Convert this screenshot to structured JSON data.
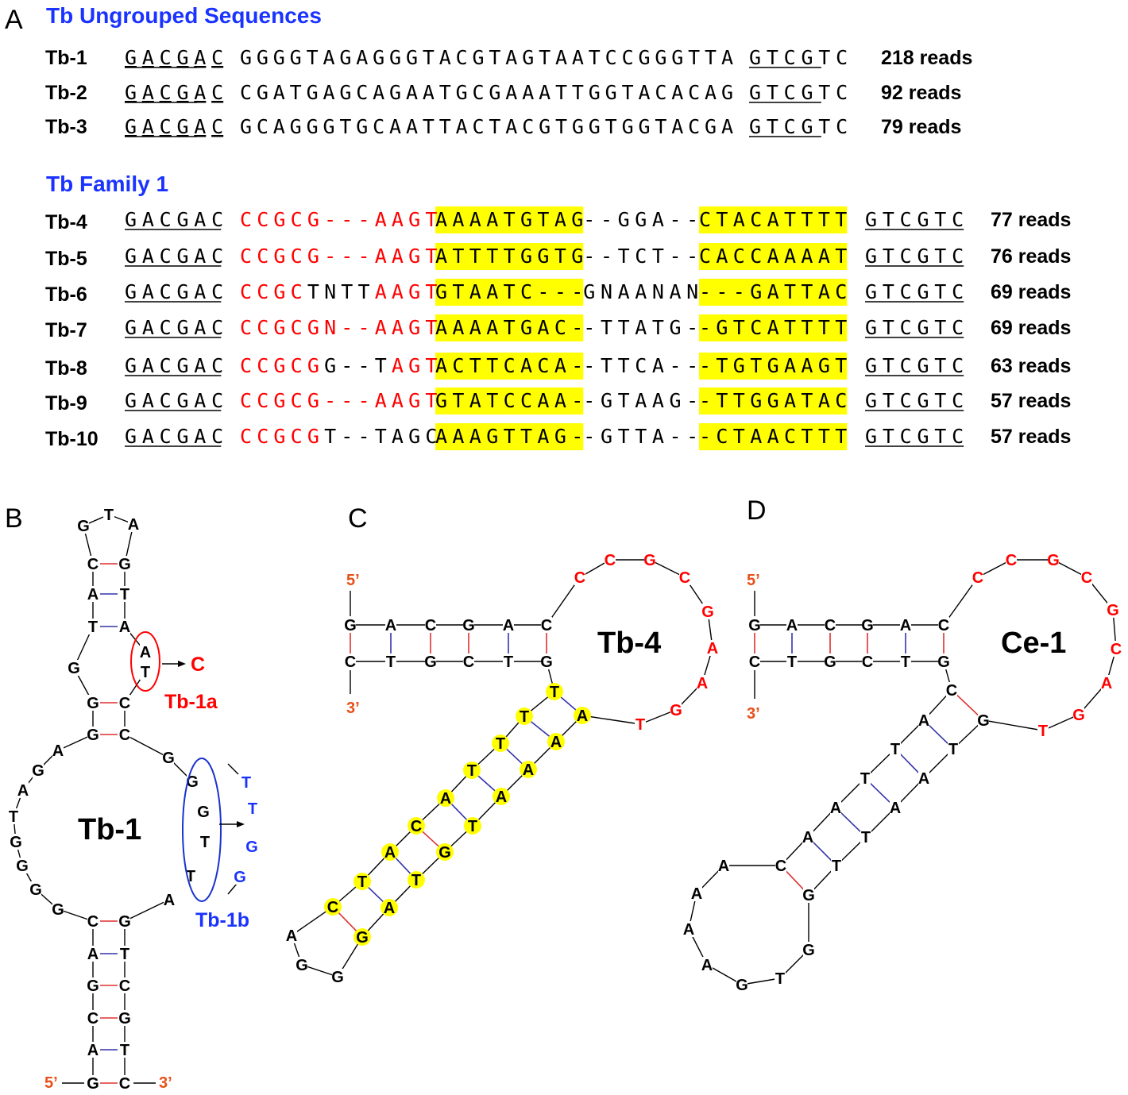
{
  "panels": {
    "A": "A",
    "B": "B",
    "C": "C",
    "D": "D"
  },
  "colors": {
    "heading": "#1a33ff",
    "variable": "#ff0000",
    "highlight": "#ffff00",
    "end_label": "#e8501a",
    "gc_bond": "#e03030",
    "at_bond": "#3333aa"
  },
  "panel_a": {
    "ungrouped_title": "Tb Ungrouped Sequences",
    "family_title": "Tb Family 1",
    "ungrouped": [
      {
        "label": "Tb-1",
        "left": "GACGAC",
        "mid": "GGGGTAGAGGGTACGTAGTAATCCGGGTTA",
        "right": "GTCGTC",
        "reads": "218 reads"
      },
      {
        "label": "Tb-2",
        "left": "GACGAC",
        "mid": "CGATGAGCAGAATGCGAAATTGGTACACAG",
        "right": "GTCGTC",
        "reads": "92 reads"
      },
      {
        "label": "Tb-3",
        "left": "GACGAC",
        "mid": "GCAGGGTGCAATTACTACGTGGTGGTACGA",
        "right": "GTCGTC",
        "reads": "79 reads"
      }
    ],
    "family": [
      {
        "label": "Tb-4",
        "left": "GACGAC",
        "seg1": [
          [
            "CCGCG---AAGT",
            "r"
          ]
        ],
        "h1": "AAAATGTAG",
        "loop": "--GGA--",
        "h2": "CTACATTTT",
        "right": "GTCGTC",
        "reads": "77 reads"
      },
      {
        "label": "Tb-5",
        "left": "GACGAC",
        "seg1": [
          [
            "CCGCG---AAGT",
            "r"
          ]
        ],
        "h1": "ATTTTGGTG",
        "loop": "--TCT--",
        "h2": "CACCAAAAT",
        "right": "GTCGTC",
        "reads": "76 reads"
      },
      {
        "label": "Tb-6",
        "left": "GACGAC",
        "seg1": [
          [
            "CCGC",
            "r"
          ],
          [
            "TNTT",
            "k"
          ],
          [
            "AAGT",
            "r"
          ]
        ],
        "h1": "GTAATC---",
        "loop": "GNAANAN",
        "h2": "---GATTAC",
        "right": "GTCGTC",
        "reads": "69 reads"
      },
      {
        "label": "Tb-7",
        "left": "GACGAC",
        "seg1": [
          [
            "CCGCGN--AAGT",
            "r"
          ]
        ],
        "h1": "AAAATGAC-",
        "loop": "-TTATG-",
        "h2": "-GTCATTTT",
        "right": "GTCGTC",
        "reads": "69 reads"
      },
      {
        "label": "Tb-8",
        "left": "GACGAC",
        "seg1": [
          [
            "CCGCG",
            "r"
          ],
          [
            "G--T",
            "k"
          ],
          [
            "AGT",
            "r"
          ]
        ],
        "h1": "ACTTCACA-",
        "loop": "-TTCA--",
        "h2": "-TGTGAAGT",
        "right": "GTCGTC",
        "reads": "63 reads"
      },
      {
        "label": "Tb-9",
        "left": "GACGAC",
        "seg1": [
          [
            "CCGCG---AAGT",
            "r"
          ]
        ],
        "h1": "GTATCCAA-",
        "loop": "-GTAAG-",
        "h2": "-TTGGATAC",
        "right": "GTCGTC",
        "reads": "57 reads"
      },
      {
        "label": "Tb-10",
        "left": "GACGAC",
        "seg1": [
          [
            "CCGCG",
            "r"
          ],
          [
            "T--TAGC",
            "k"
          ]
        ],
        "h1": "AAAGTTAG-",
        "loop": "-GTTA--",
        "h2": "-CTAACTTT",
        "right": "GTCGTC",
        "reads": "57 reads"
      }
    ]
  },
  "panel_b": {
    "title": "Tb-1",
    "variant_a_label": "Tb-1a",
    "variant_a_base": "C",
    "variant_b_label": "Tb-1b",
    "end5": "5’",
    "end3": "3’"
  },
  "panel_c": {
    "title": "Tb-4",
    "end5": "5’",
    "end3": "3’"
  },
  "panel_d": {
    "title": "Ce-1",
    "end5": "5’",
    "end3": "3’"
  }
}
